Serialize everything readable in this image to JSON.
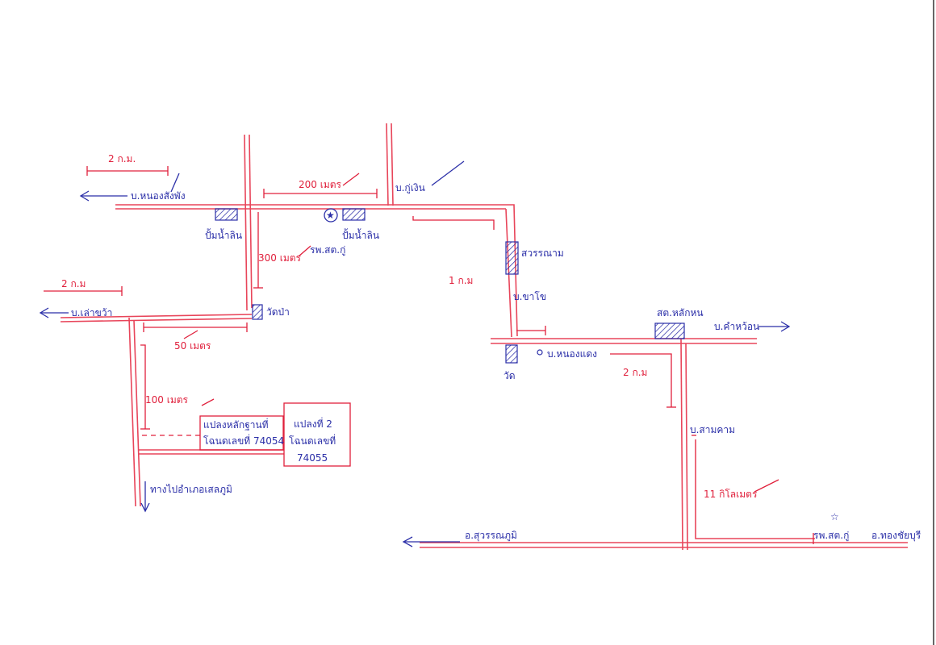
{
  "map": {
    "roads": {
      "ban_nong_sa_phang": "บ.หนองสังพัง",
      "ban_lao_khwai": "บ.เล่าขว้า",
      "ban_ku_ngoen": "บ.กู่เงิน",
      "ban_khok_khwang": "บ.ขาโข",
      "ban_non_daeng": "บ.หนองแดง",
      "ban_kham_on": "บ.คำหว้อน",
      "ban_sam_kham": "บ.สามคาม",
      "amphoe_suwannaphum": "อ.สุวรรณภูมิ",
      "amphoe_thawatchaburi": "อ.ทองชัยบุรี"
    },
    "places": {
      "water_tower_left": "ปั้มน้ำลิน",
      "water_tower_mid": "ปั้มน้ำลิน",
      "hospital_top": "รพ.สต.กู่",
      "temple_pa": "วัดป่า",
      "temple_lower": "วัด",
      "school": "สวรรณาม",
      "health_station": "สต.หลักหน",
      "hospital_bottom": "รพ.สต.กู่",
      "direction_text": "ทางไปอำเภอเสลภูมิ"
    },
    "parcels": {
      "parcel_left_line1": "แปลงหลักฐานที่",
      "parcel_left_line2": "โฉนดเลขที่ 74054",
      "parcel_right_line1": "แปลงที่ 2",
      "parcel_right_line2": "โฉนดเลขที่",
      "parcel_right_line3": "74055"
    },
    "distances": {
      "d_2km_top": "2 ก.ม.",
      "d_200m": "200 เมตร",
      "d_300m": "300 เมตร",
      "d_2km_left": "2 ก.ม",
      "d_50m": "50 เมตร",
      "d_100m": "100 เมตร",
      "d_1km": "1 ก.ม",
      "d_2km_right": "2 ก.ม",
      "d_11km": "11 กิโลเมตร"
    }
  }
}
